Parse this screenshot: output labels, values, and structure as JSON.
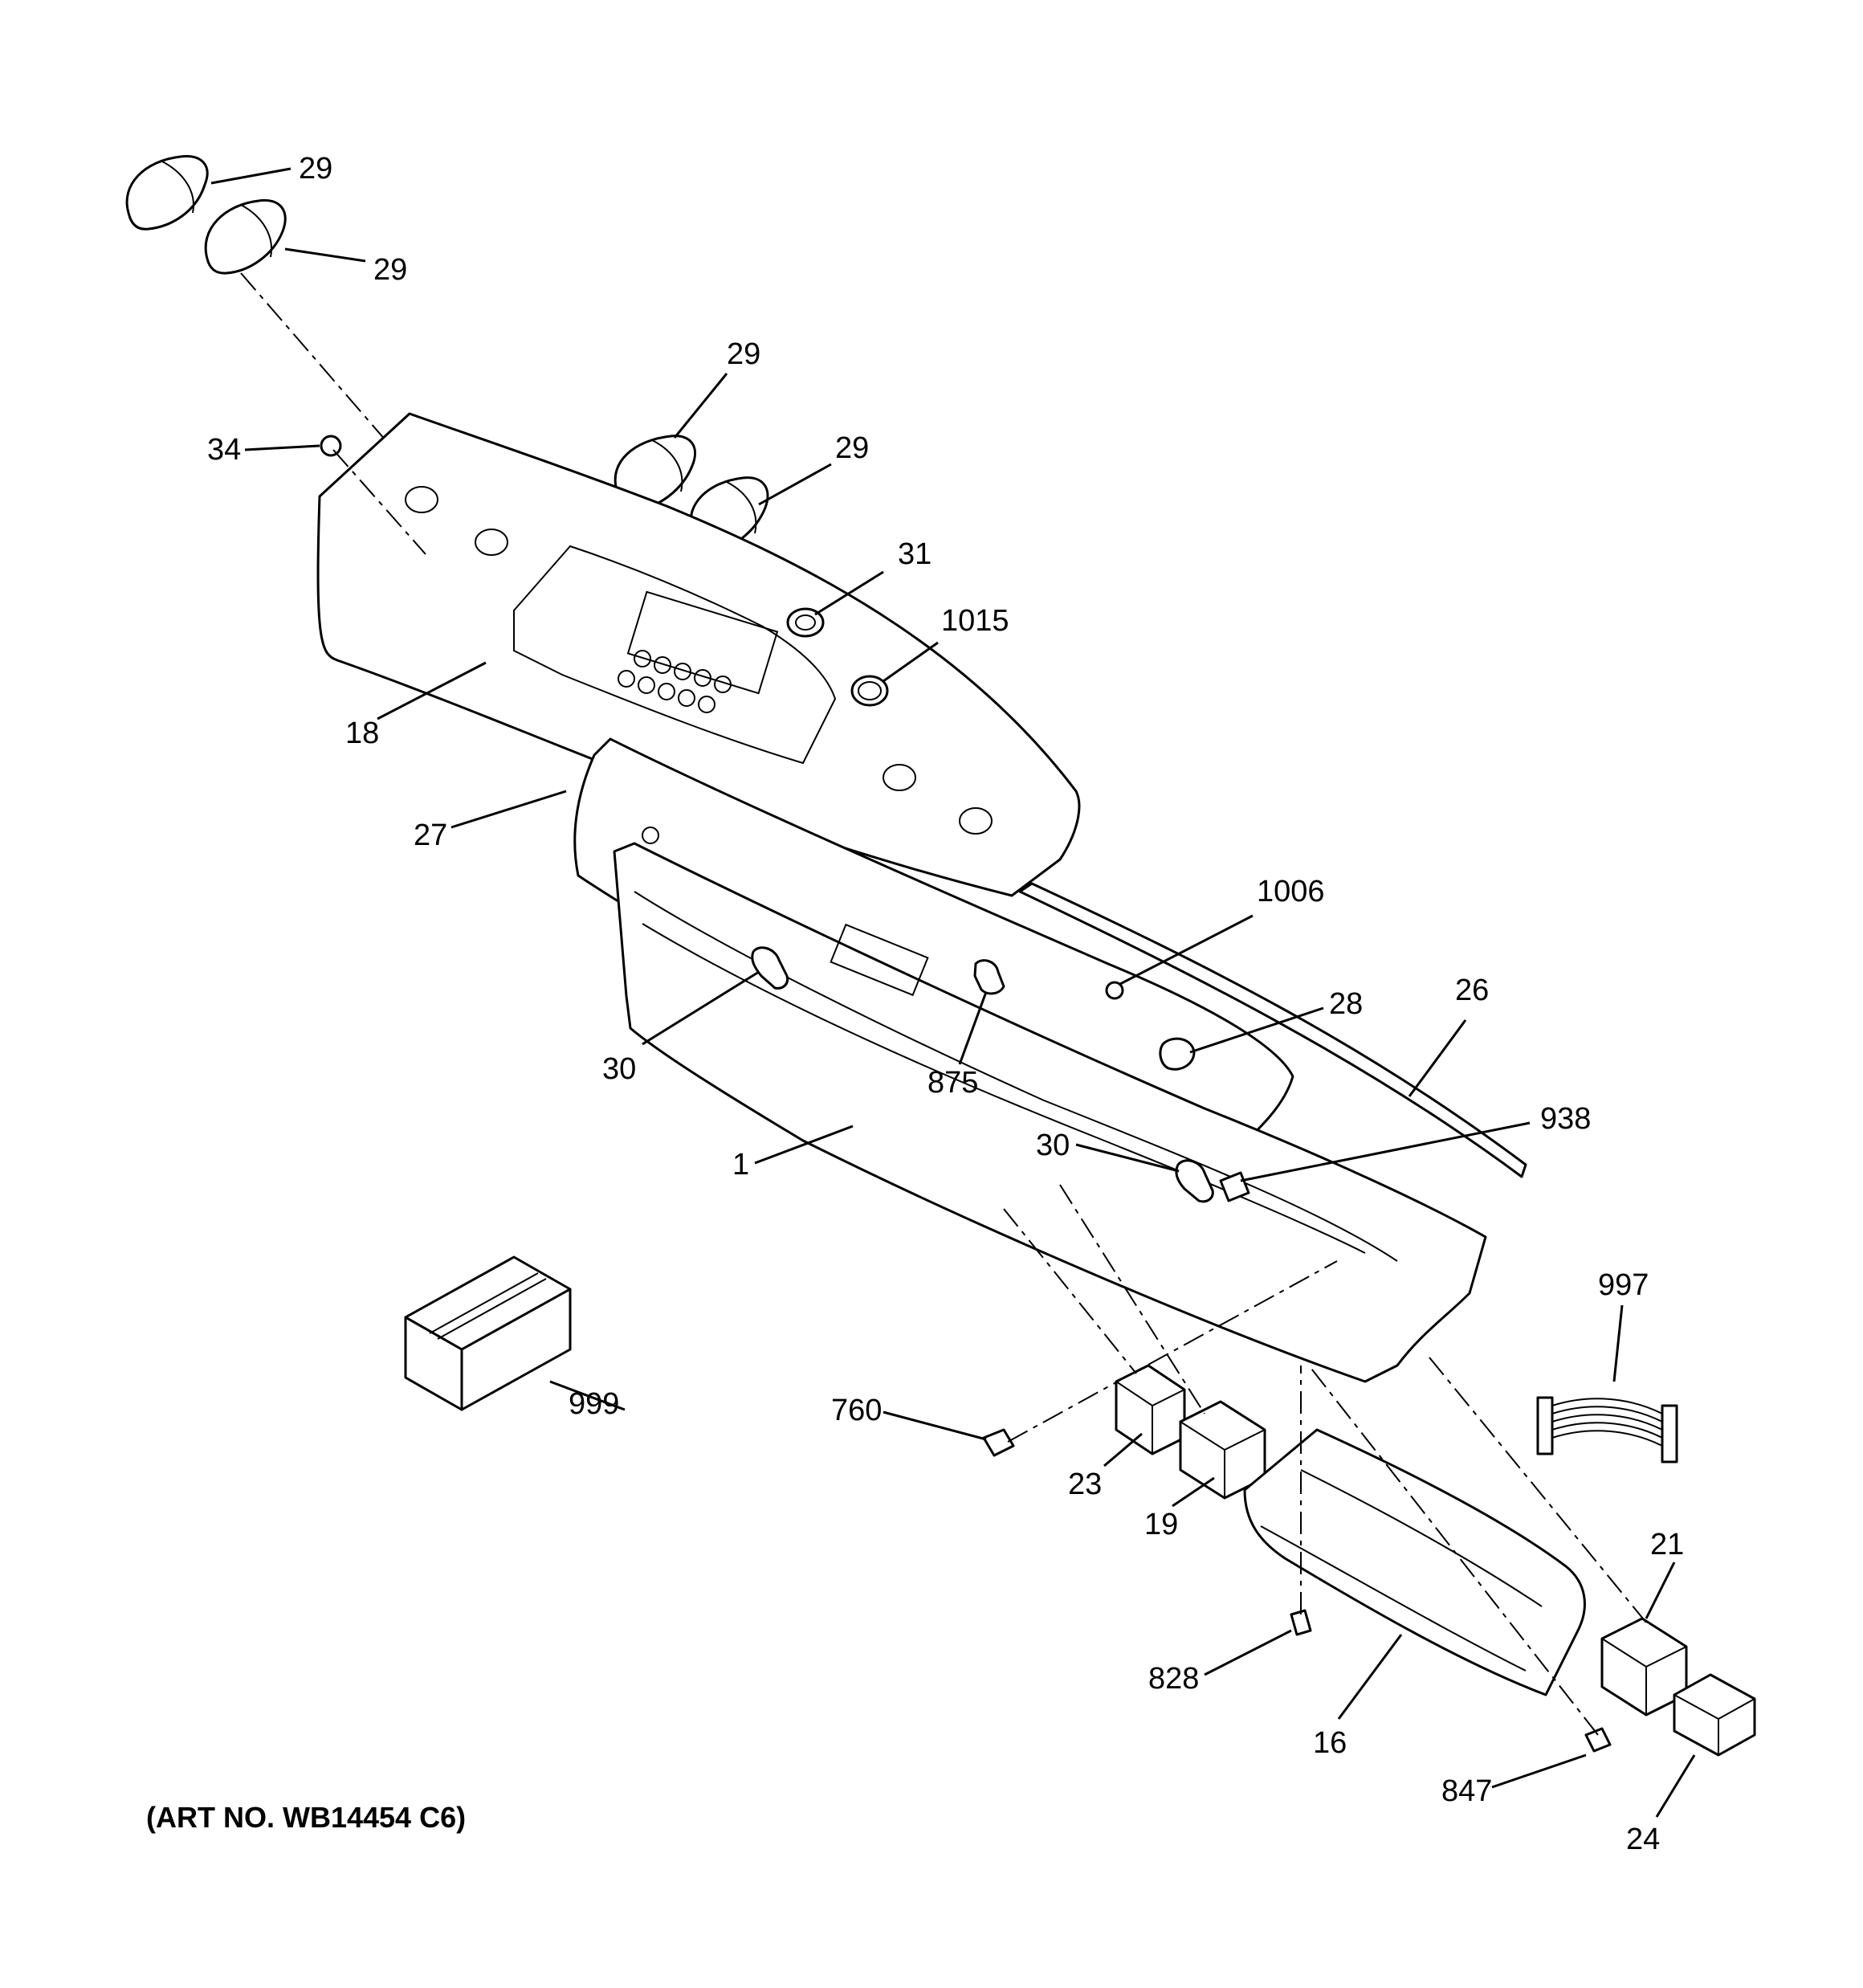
{
  "diagram": {
    "art_number": "(ART NO. WB14454 C6)",
    "callouts": [
      {
        "id": "c29a",
        "label": "29"
      },
      {
        "id": "c29b",
        "label": "29"
      },
      {
        "id": "c29c",
        "label": "29"
      },
      {
        "id": "c29d",
        "label": "29"
      },
      {
        "id": "c34",
        "label": "34"
      },
      {
        "id": "c31",
        "label": "31"
      },
      {
        "id": "c1015",
        "label": "1015"
      },
      {
        "id": "c18",
        "label": "18"
      },
      {
        "id": "c27",
        "label": "27"
      },
      {
        "id": "c1006",
        "label": "1006"
      },
      {
        "id": "c28",
        "label": "28"
      },
      {
        "id": "c26",
        "label": "26"
      },
      {
        "id": "c30a",
        "label": "30"
      },
      {
        "id": "c875",
        "label": "875"
      },
      {
        "id": "c938",
        "label": "938"
      },
      {
        "id": "c30b",
        "label": "30"
      },
      {
        "id": "c1",
        "label": "1"
      },
      {
        "id": "c997",
        "label": "997"
      },
      {
        "id": "c999",
        "label": "999"
      },
      {
        "id": "c760",
        "label": "760"
      },
      {
        "id": "c23",
        "label": "23"
      },
      {
        "id": "c19",
        "label": "19"
      },
      {
        "id": "c21",
        "label": "21"
      },
      {
        "id": "c828",
        "label": "828"
      },
      {
        "id": "c16",
        "label": "16"
      },
      {
        "id": "c847",
        "label": "847"
      },
      {
        "id": "c24",
        "label": "24"
      }
    ]
  }
}
